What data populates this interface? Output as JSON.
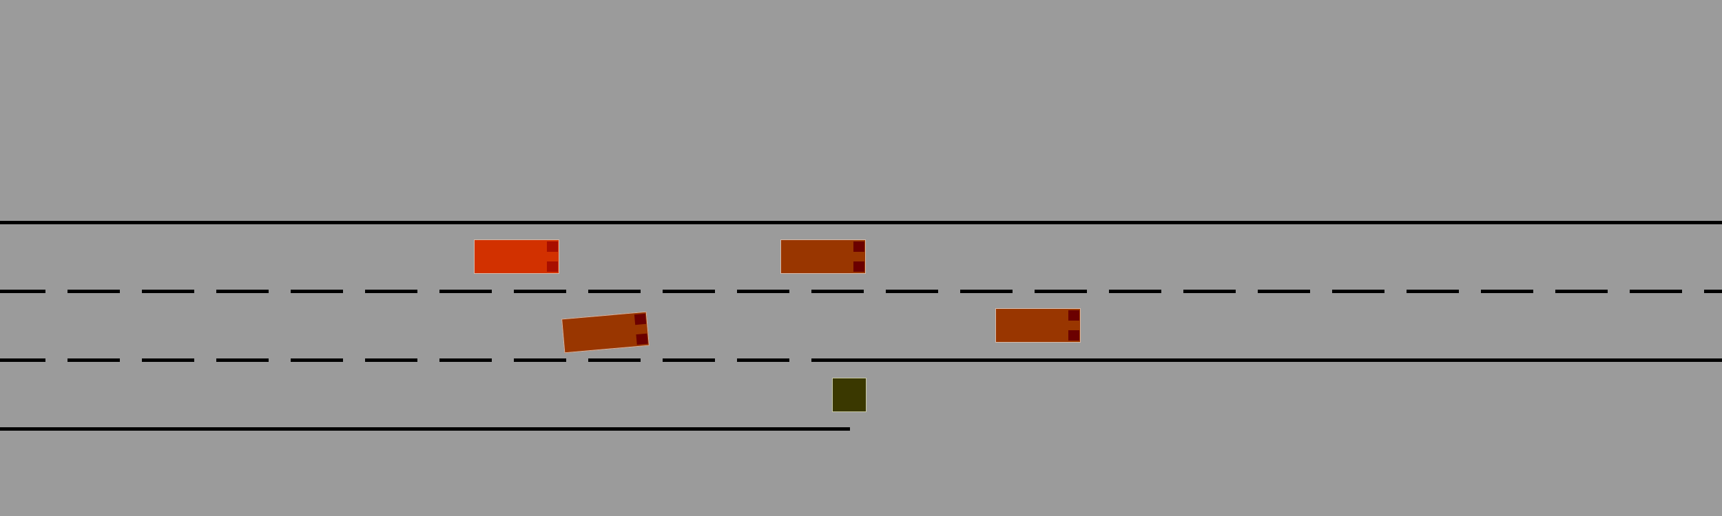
{
  "scene": {
    "background_color": "#9b9b9b",
    "line_color": "#000000"
  },
  "vehicles": [
    {
      "id": "ego-vehicle",
      "body_color": "#d23100",
      "light_color": "#a80f00"
    },
    {
      "id": "other-vehicle-1",
      "body_color": "#993600",
      "light_color": "#6b0000"
    },
    {
      "id": "other-vehicle-2",
      "body_color": "#993600",
      "light_color": "#6b0000"
    },
    {
      "id": "other-vehicle-3",
      "body_color": "#993600",
      "light_color": "#6b0000"
    }
  ],
  "obstacle": {
    "color": "#3a3800"
  }
}
